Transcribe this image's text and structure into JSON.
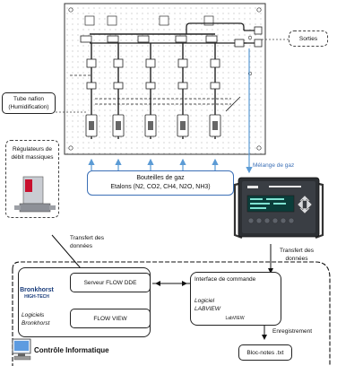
{
  "labels": {
    "sorties": "Sorties",
    "tube_nafion_line1": "Tube nafion",
    "tube_nafion_line2": "(Humidification)",
    "regulateurs_line1": "Régulateurs de",
    "regulateurs_line2": "débit massiques",
    "bouteilles_line1": "Bouteilles de gaz",
    "bouteilles_line2": "Etalons (N2, CO2, CH4, N2O, NH3)",
    "melange": "Mélange de gaz",
    "transfert_left_line1": "Transfert des",
    "transfert_left_line2": "données",
    "transfert_right_line1": "Transfert des",
    "transfert_right_line2": "données",
    "serveur": "Serveur FLOW DDE",
    "flow_view": "FLOW VIEW",
    "logiciels_line1": "Logiciels",
    "logiciels_line2": "Bronkhorst",
    "interface": "Interface de commande",
    "logiciel_line1": "Logiciel",
    "logiciel_line2": "LABVIEW",
    "enregistrement": "Enregistrement",
    "bloc_notes": "Bloc-notes .txt",
    "controle": "Contrôle Informatique"
  },
  "logos": {
    "bronkhorst": "Bronkhorst",
    "bronkhorst_sub": "HIGH-TECH",
    "labview": "LabVIEW"
  },
  "colors": {
    "blue_arrow": "#5b9bd5",
    "blue_box": "#3b6fb6",
    "bronkhorst_red": "#c8102e"
  }
}
